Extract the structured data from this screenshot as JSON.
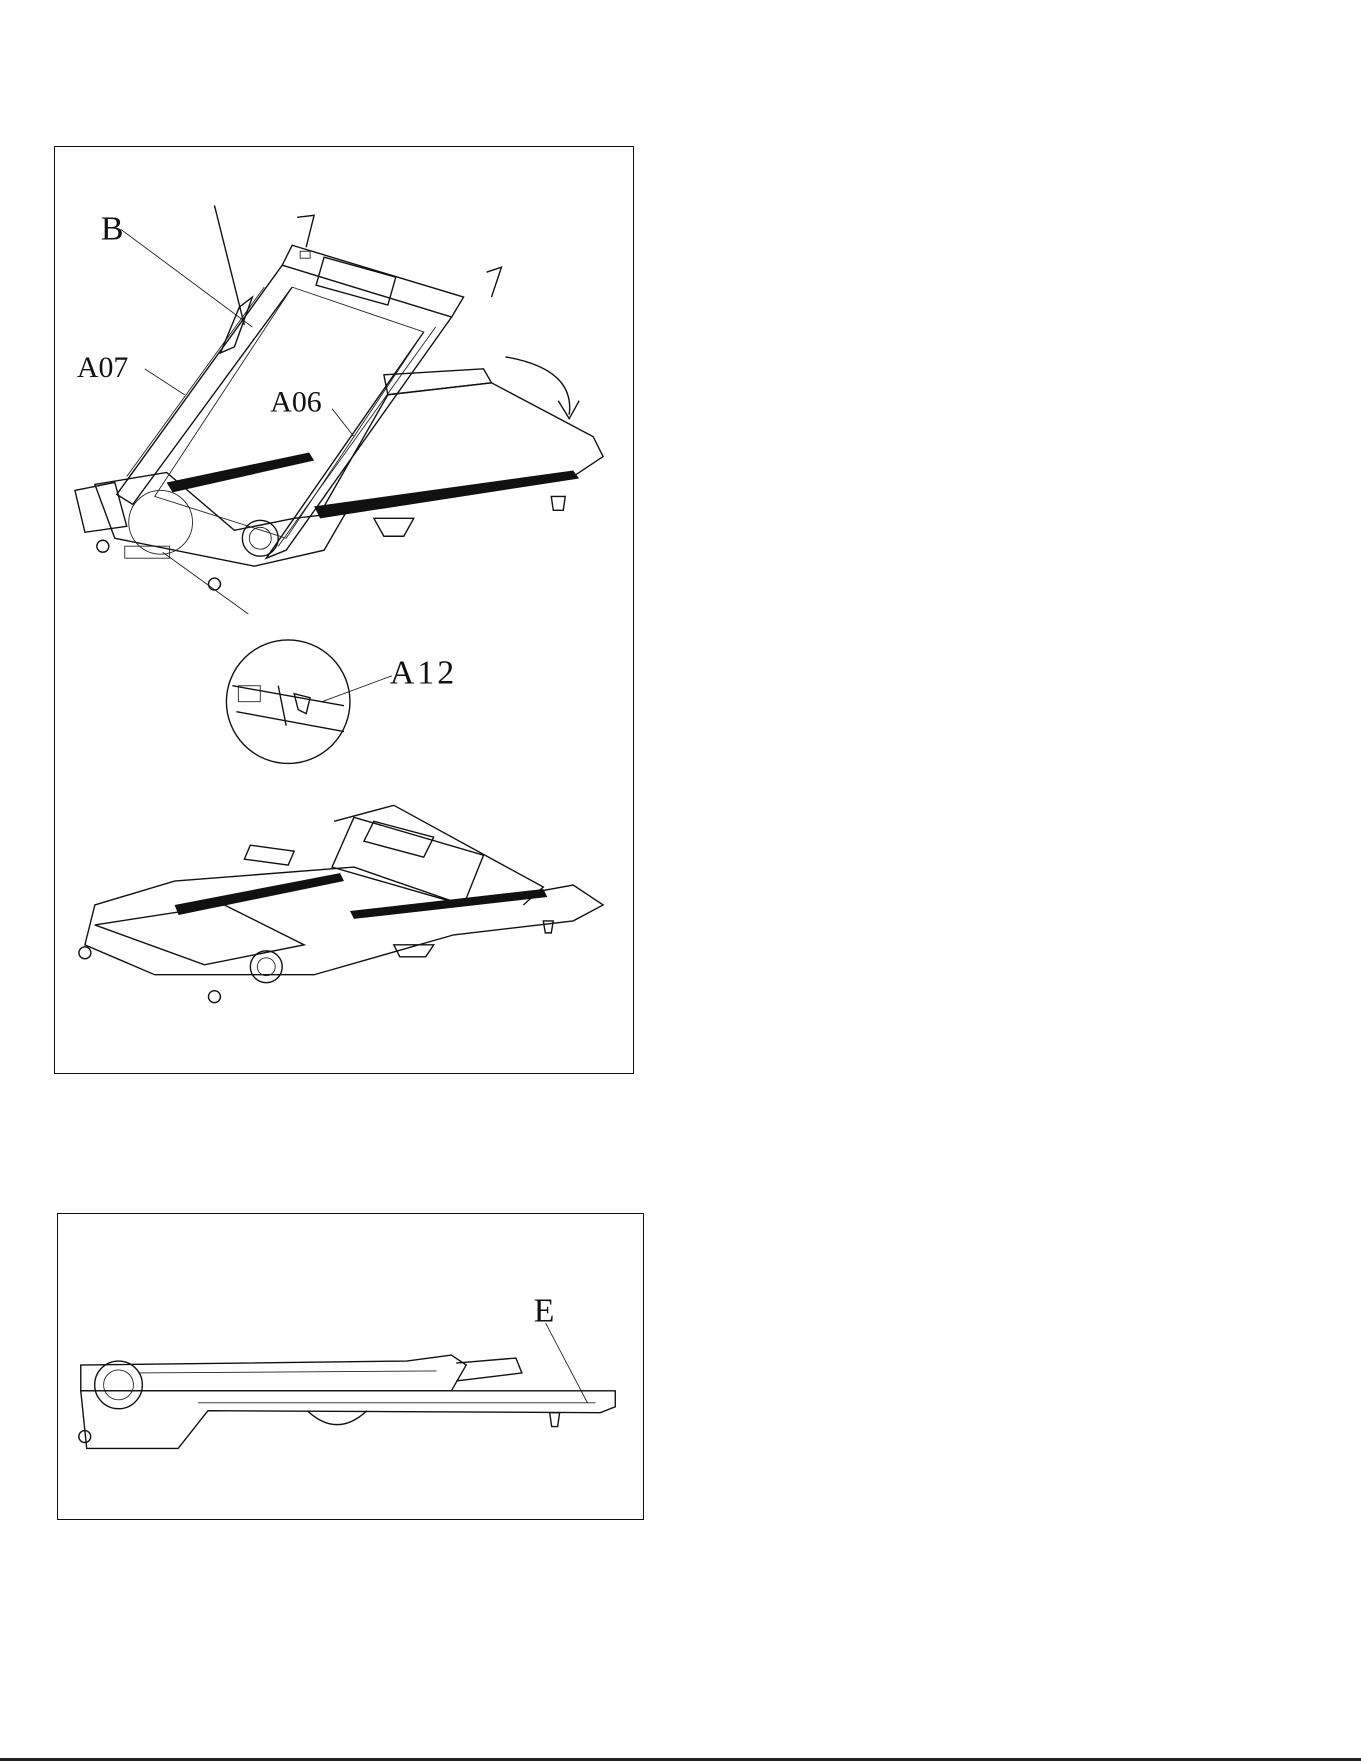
{
  "figure_top": {
    "labels": {
      "b": "B",
      "a07": "A07",
      "a06": "A06",
      "a12": "A12"
    }
  },
  "figure_bottom": {
    "labels": {
      "e": "E"
    }
  }
}
